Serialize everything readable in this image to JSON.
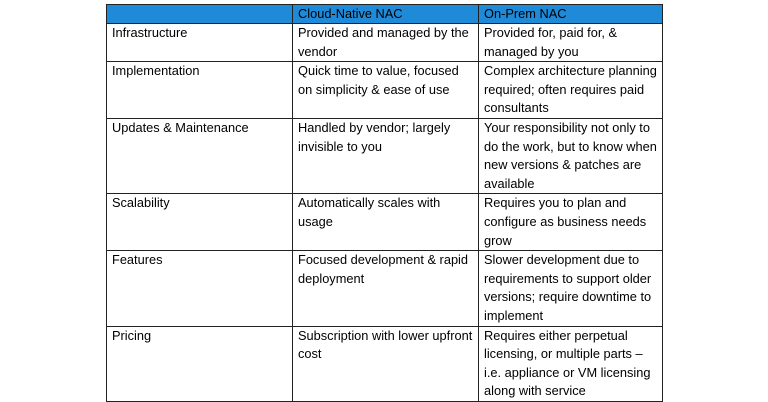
{
  "table": {
    "headers": [
      "",
      "Cloud-Native NAC",
      "On-Prem NAC"
    ],
    "rows": [
      {
        "label": "Infrastructure",
        "cloud": "Provided and managed by the vendor",
        "onprem": "Provided for, paid for, & managed by you"
      },
      {
        "label": "Implementation",
        "cloud": "Quick time to value, focused on simplicity & ease of use",
        "onprem": "Complex architecture planning required; often requires paid consultants"
      },
      {
        "label": "Updates & Maintenance",
        "cloud": "Handled by vendor; largely invisible to you",
        "onprem": "Your responsibility not only to do the work, but to know when new versions & patches are available"
      },
      {
        "label": "Scalability",
        "cloud": "Automatically scales with usage",
        "onprem": "Requires you to plan and configure as business needs grow"
      },
      {
        "label": "Features",
        "cloud": "Focused development & rapid deployment",
        "onprem": "Slower development due to requirements to support older versions; require downtime to implement"
      },
      {
        "label": "Pricing",
        "cloud": "Subscription with lower upfront cost",
        "onprem": "Requires either perpetual licensing, or multiple parts – i.e. appliance or VM licensing along with service"
      }
    ]
  }
}
